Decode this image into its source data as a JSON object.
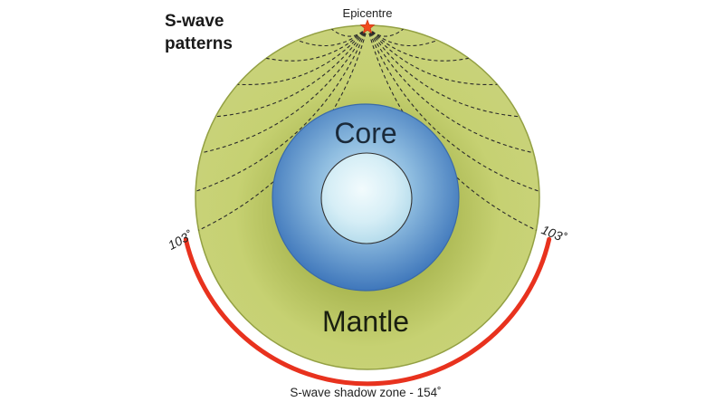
{
  "diagram": {
    "title_line1": "S-wave",
    "title_line2": "patterns",
    "epicentre_label": "Epicentre",
    "core_label": "Core",
    "mantle_label": "Mantle",
    "angle_left": "103˚",
    "angle_right": "103˚",
    "shadow_zone_label": "S-wave shadow zone - 154˚"
  },
  "colors": {
    "mantle": "#c2cd6e",
    "mantle_edge": "#8e9a3c",
    "core_outer": "#4f86c6",
    "core_inner": "#dff2f8",
    "shadow_arc": "#e8321e",
    "epicentre_star": "#f04a1c",
    "ray_lines": "#2b2b2b"
  },
  "icons": {
    "epicentre": "star-icon"
  }
}
